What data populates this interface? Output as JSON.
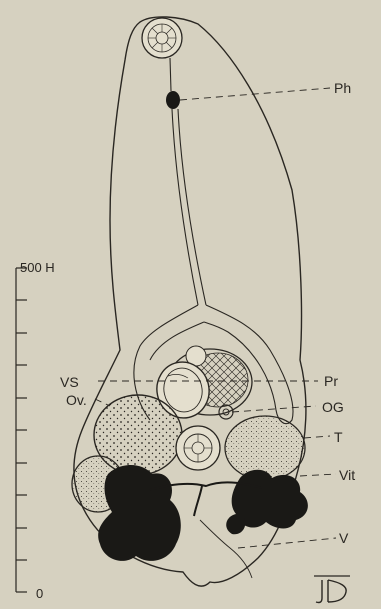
{
  "labels": {
    "ph": "Ph",
    "vs": "VS",
    "pr": "Pr",
    "ov": "Ov.",
    "og": "OG",
    "t": "T",
    "vit": "Vit",
    "v": "V"
  },
  "scale_bar": {
    "top_label": "500 H",
    "bottom_label": "0"
  },
  "signature": "JD",
  "colors": {
    "paper": "#d6d1c0",
    "ink": "#2a2722",
    "dark_fill": "#1a1916"
  }
}
